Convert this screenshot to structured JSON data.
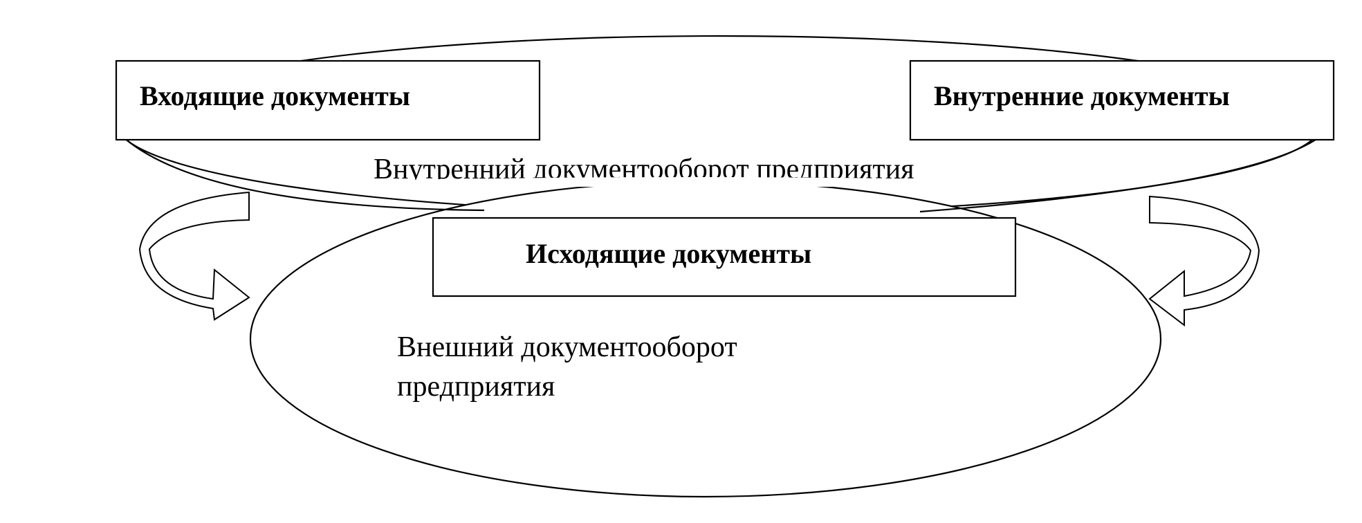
{
  "diagram": {
    "incoming_documents": "Входящие документы",
    "internal_documents": "Внутренние документы",
    "internal_flow": "Внутренний документооборот предприятия",
    "outgoing_documents": "Исходящие документы",
    "external_flow_line1": "Внешний документооборот",
    "external_flow_line2": "предприятия"
  },
  "colors": {
    "stroke": "#000000",
    "background": "#ffffff"
  }
}
